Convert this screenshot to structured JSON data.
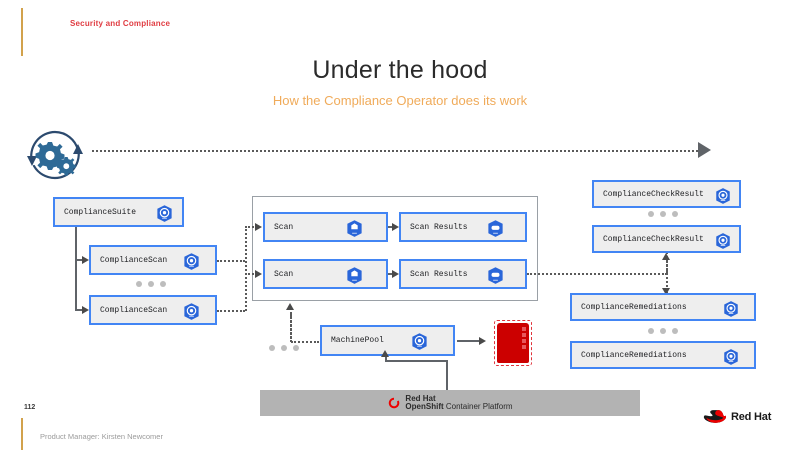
{
  "slide": {
    "eyebrow": "Security and Compliance",
    "title": "Under the hood",
    "subtitle": "How the Compliance Operator does its work",
    "page_number": "112",
    "byline": "Product Manager: Kirsten Newcomer",
    "accent_color": "#d2a24c",
    "eyebrow_color": "#e03c42",
    "subtitle_color": "#f0ab5a"
  },
  "diagram": {
    "loop_icon": "gears-refresh-icon",
    "node_border_color": "#4285f4",
    "node_fill_color": "#eeeeee",
    "nodes": {
      "compliance_suite": {
        "label": "ComplianceSuite",
        "icon": "kubernetes-crd-icon"
      },
      "compliance_scan_1": {
        "label": "ComplianceScan",
        "icon": "kubernetes-crd-icon"
      },
      "compliance_scan_2": {
        "label": "ComplianceScan",
        "icon": "kubernetes-crd-icon"
      },
      "scan_1": {
        "label": "Scan",
        "icon": "kubernetes-pod-icon"
      },
      "scan_2": {
        "label": "Scan",
        "icon": "kubernetes-pod-icon"
      },
      "scan_results_1": {
        "label": "Scan Results",
        "icon": "kubernetes-configmap-icon"
      },
      "scan_results_2": {
        "label": "Scan Results",
        "icon": "kubernetes-configmap-icon"
      },
      "check_result_1": {
        "label": "ComplianceCheckResult",
        "icon": "kubernetes-crd-icon"
      },
      "check_result_2": {
        "label": "ComplianceCheckResult",
        "icon": "kubernetes-crd-icon"
      },
      "remediations_1": {
        "label": "ComplianceRemediations",
        "icon": "kubernetes-crd-icon"
      },
      "remediations_2": {
        "label": "ComplianceRemediations",
        "icon": "kubernetes-crd-icon"
      },
      "machine_pool": {
        "label": "MachinePool",
        "icon": "kubernetes-crd-icon"
      },
      "cluster_node": {
        "label": "",
        "icon": "node-red-icon",
        "color": "#cc0000"
      }
    },
    "ellipsis_dot_color": "#bdbdbd"
  },
  "platform": {
    "brand": "Red Hat",
    "product_bold": "OpenShift",
    "product_rest": " Container Platform",
    "bar_color": "#b3b3b3"
  },
  "footer_logo": {
    "brand": "Red Hat",
    "icon": "red-hat-fedora-icon"
  }
}
